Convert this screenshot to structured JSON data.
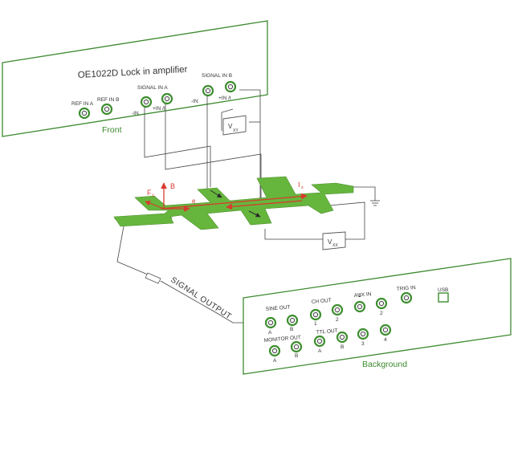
{
  "colors": {
    "panel_border": "#3d8a2f",
    "sample_top": "#66b63d",
    "sample_side": "#3f7f25",
    "connector": "#3c8f2e",
    "annotation": "#d83a2e",
    "caption": "#3a8a2c"
  },
  "front_panel": {
    "title": "OE1022D Lock in amplifier",
    "caption": "Front",
    "group_signal_in_a": "SIGNAL IN A",
    "group_signal_in_b": "SIGNAL IN B",
    "ports": [
      {
        "id": "ref-in-a",
        "label": "REF IN A"
      },
      {
        "id": "ref-in-b",
        "label": "REF IN B"
      },
      {
        "id": "a-minus-in",
        "label": "-IN"
      },
      {
        "id": "a-plus-in",
        "label": "+IN /I"
      },
      {
        "id": "b-minus-in",
        "label": "-IN"
      },
      {
        "id": "b-plus-in",
        "label": "+IN /I"
      }
    ]
  },
  "meters": {
    "vxy": {
      "main": "V",
      "sub": "XY"
    },
    "vxx": {
      "main": "V",
      "sub": "XX"
    }
  },
  "sample": {
    "force": {
      "main": "F",
      "sub": "L"
    },
    "field": "B",
    "electron": "e",
    "current": {
      "main": "I",
      "sub": "x"
    }
  },
  "signal_output": "SIGNAL OUTPUT",
  "back_panel": {
    "caption": "Background",
    "groups": {
      "sine_out": "SINE OUT",
      "ch_out": "CH OUT",
      "aux_in": "AUX IN",
      "trig_in": "TRIG IN",
      "usb": "USB",
      "monitor_out": "MONITOR OUT",
      "ttl_out": "TTL OUT"
    },
    "port_labels": {
      "sine_a": "A",
      "sine_b": "B",
      "ch_1": "1",
      "ch_2": "2",
      "aux_1": "1",
      "aux_2": "2",
      "mon_a": "A",
      "mon_b": "B",
      "ttl_a": "A",
      "ttl_b": "B",
      "ttl_3": "3",
      "ttl_4": "4"
    }
  }
}
